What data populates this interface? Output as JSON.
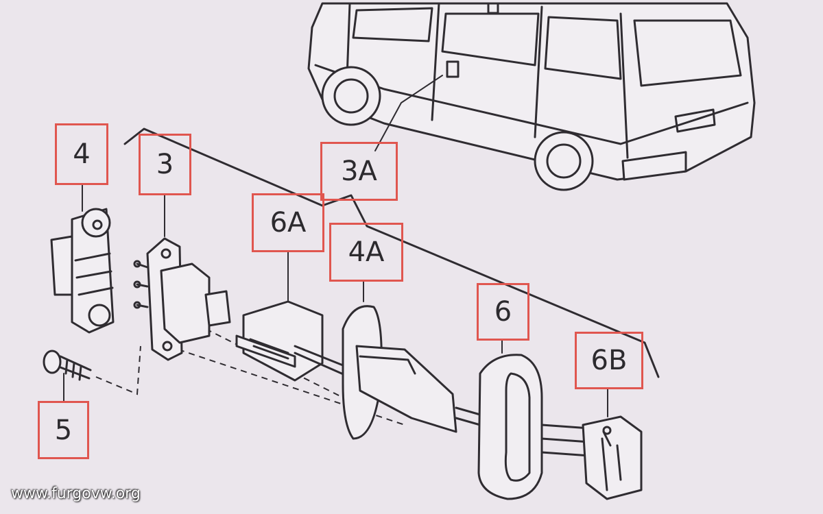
{
  "callouts": [
    {
      "id": "4",
      "label": "4"
    },
    {
      "id": "3",
      "label": "3"
    },
    {
      "id": "3a",
      "label": "3A"
    },
    {
      "id": "6a",
      "label": "6A"
    },
    {
      "id": "4a",
      "label": "4A"
    },
    {
      "id": "6",
      "label": "6"
    },
    {
      "id": "6b",
      "label": "6B"
    },
    {
      "id": "5",
      "label": "5"
    }
  ],
  "watermark": "www.furgovw.org",
  "colors": {
    "background": "#ebe6ec",
    "callout_border": "#e0564f",
    "line_art": "#2f2c31"
  }
}
